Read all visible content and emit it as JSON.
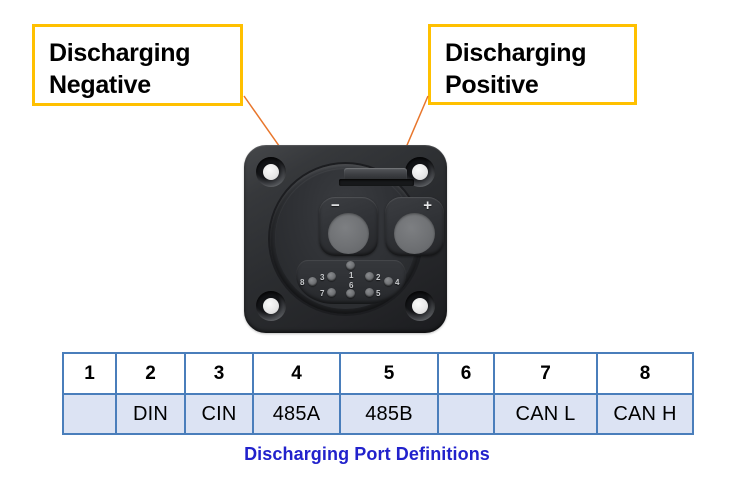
{
  "callouts": [
    {
      "name": "discharging-negative",
      "line1": "Discharging",
      "line2": "Negative",
      "border_color": "#FFC000"
    },
    {
      "name": "discharging-positive",
      "line1": "Discharging",
      "line2": "Positive",
      "border_color": "#FFC000"
    }
  ],
  "arrows": {
    "color": "#E8762C",
    "negative_label": "arrow-to-negative-terminal",
    "positive_label": "arrow-to-positive-terminal"
  },
  "connector": {
    "name": "discharging-port-connector",
    "negative_symbol": "−",
    "positive_symbol": "+",
    "pin_labels": [
      "1",
      "2",
      "3",
      "4",
      "5",
      "6",
      "7",
      "8"
    ]
  },
  "table": {
    "headers": [
      "1",
      "2",
      "3",
      "4",
      "5",
      "6",
      "7",
      "8"
    ],
    "values": [
      "",
      "DIN",
      "CIN",
      "485A",
      "485B",
      "",
      "CAN  L",
      "CAN  H"
    ],
    "border_color": "#4A7EBB",
    "value_row_fill": "#DCE3F3"
  },
  "caption": {
    "text": "Discharging Port Definitions",
    "color": "#2222CC"
  }
}
